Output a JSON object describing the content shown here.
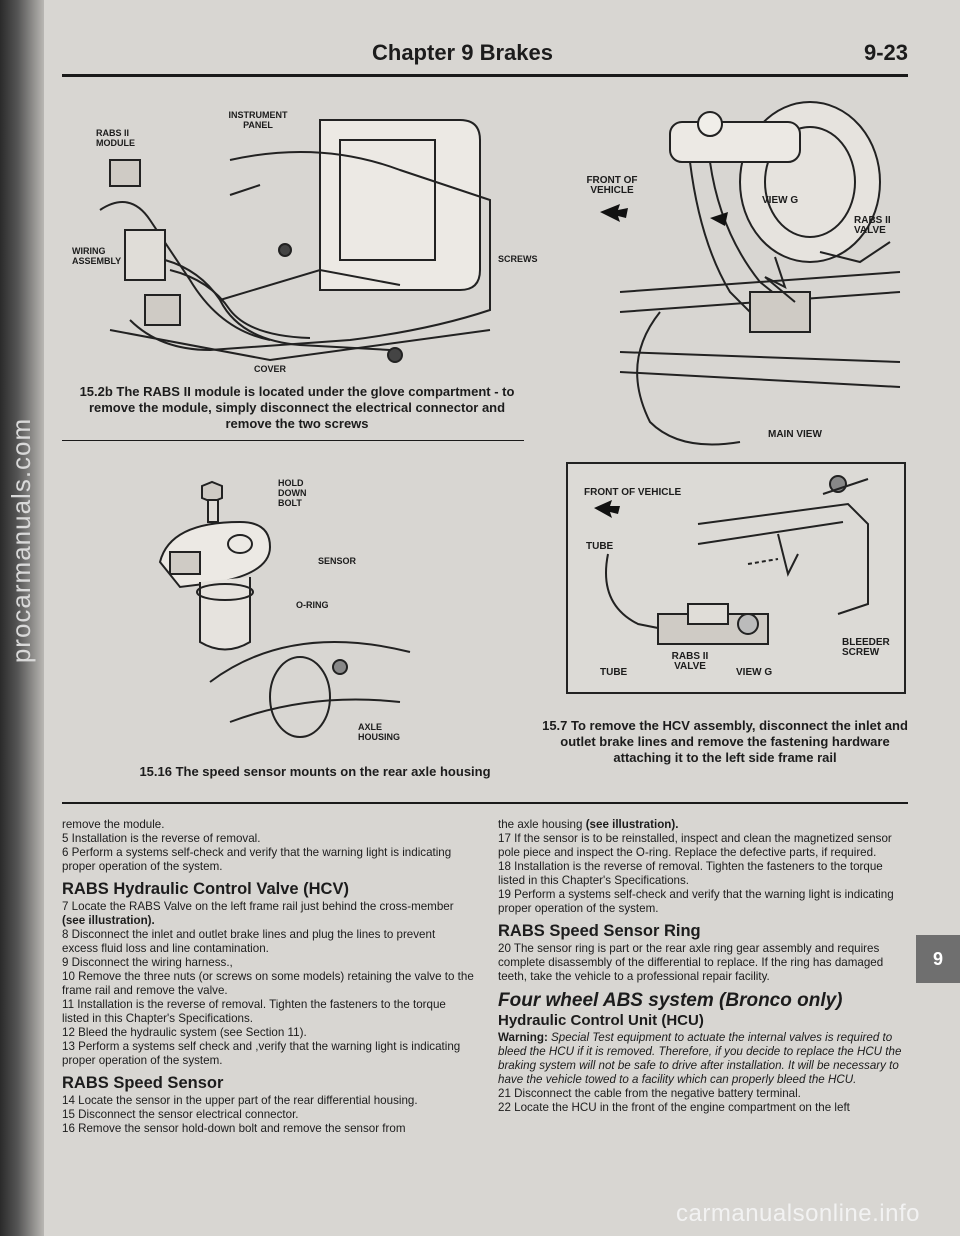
{
  "header": {
    "chapter": "Chapter 9  Brakes",
    "page_number": "9-23"
  },
  "section_tab": "9",
  "watermarks": {
    "side": "procarmanuals.com",
    "bottom": "carmanualsonline.info"
  },
  "fig_15_2b": {
    "labels": {
      "rabs_module": "RABS II MODULE",
      "instrument_panel": "INSTRUMENT PANEL",
      "wiring_assembly": "WIRING ASSEMBLY",
      "screws": "SCREWS",
      "cover": "COVER"
    },
    "caption": "15.2b The RABS II module is located under the glove compartment - to remove the module, simply disconnect the electrical connector and remove the two screws"
  },
  "fig_main_view": {
    "labels": {
      "front_of_vehicle": "FRONT OF VEHICLE",
      "view_g": "VIEW G",
      "rabs_valve": "RABS II VALVE",
      "main_view": "MAIN VIEW"
    }
  },
  "fig_15_16": {
    "labels": {
      "hold_down_bolt": "HOLD DOWN BOLT",
      "sensor": "SENSOR",
      "o_ring": "O-RING",
      "axle_housing": "AXLE HOUSING"
    },
    "caption": "15.16 The speed sensor mounts on the rear axle housing"
  },
  "fig_15_7": {
    "labels": {
      "front_of_vehicle": "FRONT OF VEHICLE",
      "tube_top": "TUBE",
      "bleeder_screw": "BLEEDER SCREW",
      "tube_bottom": "TUBE",
      "rabs_valve": "RABS II VALVE",
      "view_g": "VIEW G"
    },
    "caption": "15.7 To remove the HCV assembly, disconnect the inlet and outlet brake lines and remove the fastening hardware attaching it to the left side frame rail"
  },
  "left_column": {
    "p0": "remove the module.",
    "p5": "5   Installation is the reverse of removal.",
    "p6": "6   Perform a systems self-check and verify that the warning light is indicating proper operation of the system.",
    "h_hcv": "RABS Hydraulic Control Valve (HCV)",
    "p7": "7   Locate the RABS Valve on the left frame rail just behind the cross-member",
    "p7_ill": "(see illustration).",
    "p8": "8   Disconnect the inlet and outlet brake lines and plug the lines to prevent excess fluid loss and line contamination.",
    "p9": "9   Disconnect the wiring harness.,",
    "p10": "10  Remove the three nuts (or screws on some models) retaining the valve to the frame rail and remove the valve.",
    "p11": "11  Installation is the reverse of removal. Tighten the fasteners to the torque listed in this Chapter's Specifications.",
    "p12": "12  Bleed the hydraulic system (see Section 11).",
    "p13": "13  Perform a systems self check and ,verify that the warning light is indicating proper operation of the system.",
    "h_sensor": "RABS Speed Sensor",
    "p14": "14  Locate the sensor in the upper part of the rear differential housing.",
    "p15": "15  Disconnect the sensor electrical connector.",
    "p16": "16  Remove the sensor hold-down bolt and remove the sensor from"
  },
  "right_column": {
    "p_cont": "the axle housing",
    "p_cont_ill": "(see illustration).",
    "p17": "17  If the sensor is to be reinstalled, inspect and clean the magnetized sensor pole piece and inspect the O-ring. Replace the defective parts, if required.",
    "p18": "18  Installation is the reverse of removal. Tighten the fasteners to the torque listed in this Chapter's Specifications.",
    "p19": "19  Perform a systems self-check and verify that the warning light is indicating proper operation of the system.",
    "h_ring": "RABS Speed Sensor Ring",
    "p20": "20  The sensor ring is part or the rear axle ring gear assembly and requires complete disassembly of the differential to replace. If the ring has damaged teeth, take the vehicle to a professional repair facility.",
    "h_4wabs": "Four wheel ABS system (Bronco only)",
    "h_hcu": "Hydraulic Control Unit (HCU)",
    "warning_label": "Warning:",
    "warning_text": "Special Test equipment to actuate the internal valves is required to bleed the HCU if it is removed. Therefore, if you decide to replace the HCU the braking system will not be safe to drive after installation. It will be necessary to have the vehicle towed to a facility which can properly bleed the HCU.",
    "p21": "21  Disconnect the cable from the negative battery terminal.",
    "p22": "22  Locate the HCU in the front of the engine compartment on the left"
  }
}
